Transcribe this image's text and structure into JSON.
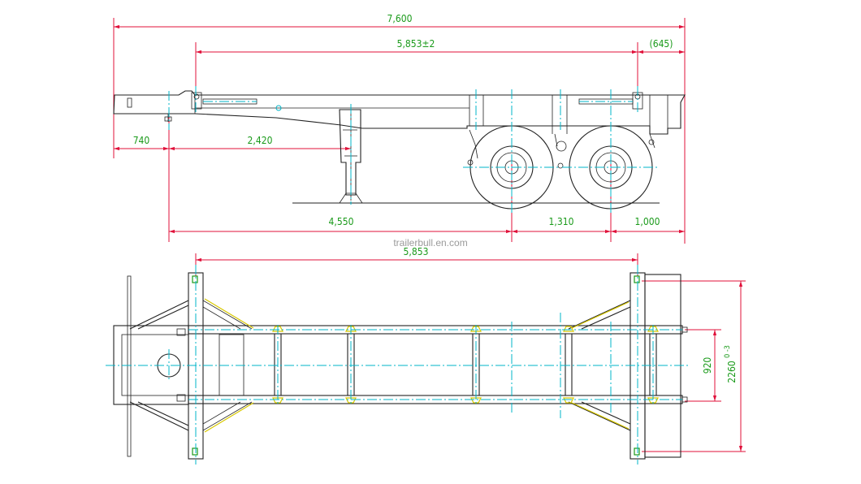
{
  "side_view": {
    "dims": {
      "overall_length": "7,600",
      "pin_to_pin": "5,853±2",
      "rear_overhang_top": "(645)",
      "front_overhang": "740",
      "kingpin_to_leg": "2,420",
      "kingpin_to_axle1": "4,550",
      "axle_spacing": "1,310",
      "rear_overhang": "1,000"
    }
  },
  "plan_view": {
    "dims": {
      "pin_to_pin": "5,853",
      "inner_width": "920",
      "overall_width": "2260",
      "overall_width_tolerance": "0\n-3"
    }
  },
  "watermark": "trailerbull.en.com",
  "colors": {
    "dimension_text": "#1a9a1a",
    "dimension_line": "#e0103a",
    "centerline": "#00b4c8",
    "outline": "#222222"
  }
}
